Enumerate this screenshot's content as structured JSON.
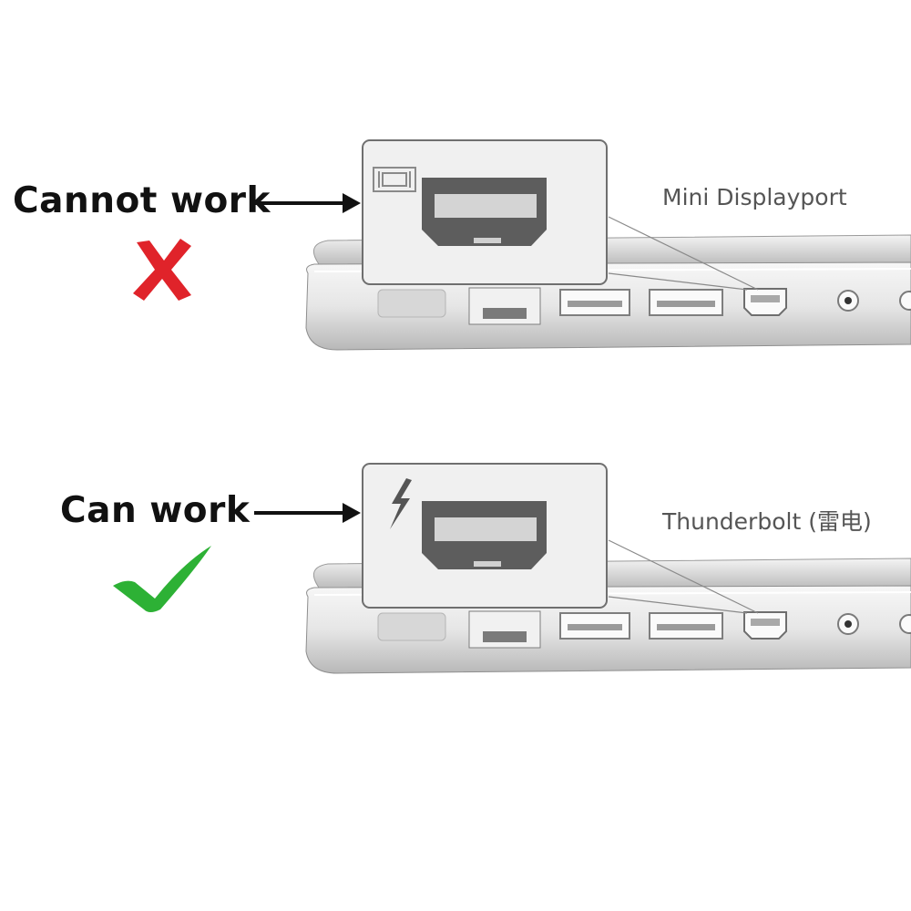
{
  "comparison": {
    "bad": {
      "label": "Cannot work",
      "port_name": "Mini Displayport",
      "port_icon": "displayport-icon",
      "verdict_icon": "cross-icon",
      "verdict_color": "#e0232a"
    },
    "good": {
      "label": "Can work",
      "port_name": "Thunderbolt (雷电)",
      "port_icon": "thunderbolt-icon",
      "verdict_icon": "check-icon",
      "verdict_color": "#2db135"
    }
  }
}
